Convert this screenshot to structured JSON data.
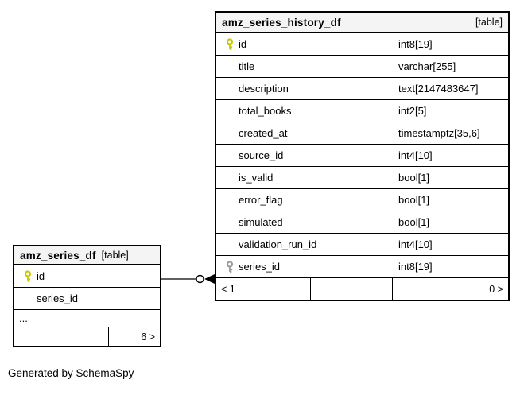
{
  "diagram": {
    "caption": "Generated by SchemaSpy"
  },
  "colors": {
    "primary_key": "#c9c900",
    "foreign_key": "#9a9a9a",
    "header_bg": "#f4f4f4",
    "border": "#000000"
  },
  "tables": {
    "history": {
      "name": "amz_series_history_df",
      "tag": "[table]",
      "rows": [
        {
          "name": "id",
          "type": "int8[19]"
        },
        {
          "name": "title",
          "type": "varchar[255]"
        },
        {
          "name": "description",
          "type": "text[2147483647]"
        },
        {
          "name": "total_books",
          "type": "int2[5]"
        },
        {
          "name": "created_at",
          "type": "timestamptz[35,6]"
        },
        {
          "name": "source_id",
          "type": "int4[10]"
        },
        {
          "name": "is_valid",
          "type": "bool[1]"
        },
        {
          "name": "error_flag",
          "type": "bool[1]"
        },
        {
          "name": "simulated",
          "type": "bool[1]"
        },
        {
          "name": "validation_run_id",
          "type": "int4[10]"
        },
        {
          "name": "series_id",
          "type": "int8[19]"
        }
      ],
      "footer": {
        "left": "< 1",
        "middle": "",
        "right": "0 >"
      }
    },
    "series": {
      "name": "amz_series_df",
      "tag": "[table]",
      "rows": [
        {
          "name": "id"
        },
        {
          "name": "series_id"
        },
        {
          "name": "..."
        }
      ],
      "footer": {
        "left": "",
        "middle": "",
        "right": "6 >"
      }
    }
  }
}
